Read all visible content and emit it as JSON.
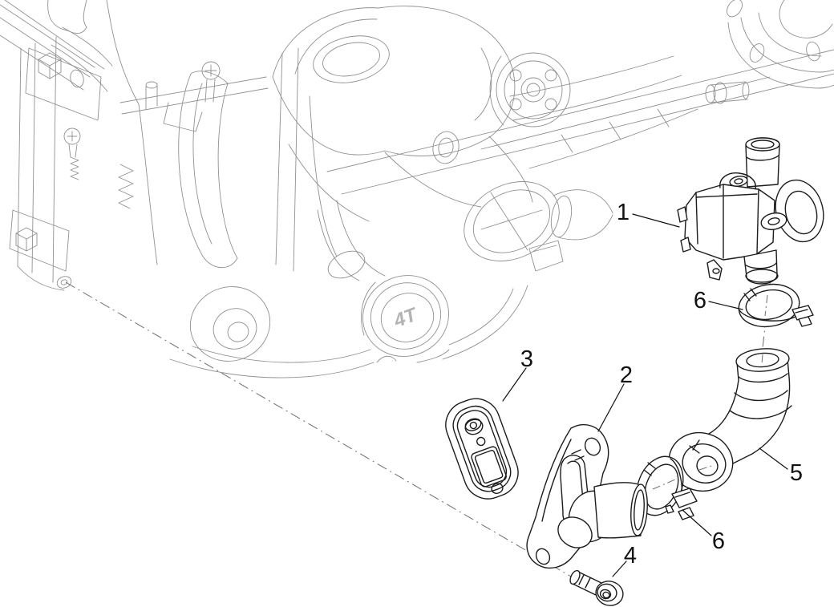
{
  "diagram": {
    "engine_badge": "4T",
    "colors": {
      "background": "#ffffff",
      "part_line": "#1c1c1c",
      "engine_line": "#909090",
      "centerline": "#6e6e6e",
      "label_text": "#111111"
    },
    "callouts": [
      {
        "number": "1"
      },
      {
        "number": "6"
      },
      {
        "number": "3"
      },
      {
        "number": "2"
      },
      {
        "number": "5"
      },
      {
        "number": "6"
      },
      {
        "number": "4"
      }
    ]
  }
}
